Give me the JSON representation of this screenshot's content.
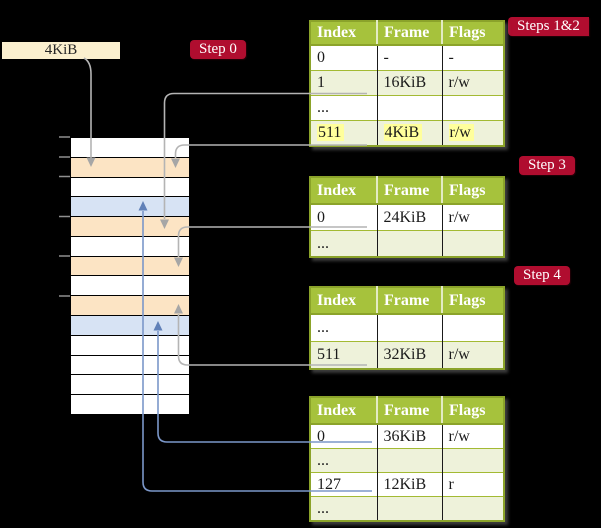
{
  "frame_label": "4KiB",
  "badges": {
    "step0": "Step 0",
    "steps12": "Steps 1&2",
    "step3": "Step 3",
    "step4": "Step 4"
  },
  "memory": {
    "rows": [
      "white",
      "peach",
      "white",
      "blue",
      "peach",
      "white",
      "peach",
      "white",
      "peach",
      "blue",
      "white",
      "white",
      "white",
      "white"
    ]
  },
  "tables": [
    {
      "headers": [
        "Index",
        "Frame",
        "Flags"
      ],
      "rows": [
        {
          "cells": [
            "0",
            "-",
            "-"
          ],
          "shaded": false,
          "highlight": false
        },
        {
          "cells": [
            "1",
            "16KiB",
            "r/w"
          ],
          "shaded": true,
          "highlight": false
        },
        {
          "cells": [
            "...",
            "",
            ""
          ],
          "shaded": false,
          "highlight": false
        },
        {
          "cells": [
            "511",
            "4KiB",
            "r/w"
          ],
          "shaded": true,
          "highlight": true
        }
      ]
    },
    {
      "headers": [
        "Index",
        "Frame",
        "Flags"
      ],
      "rows": [
        {
          "cells": [
            "0",
            "24KiB",
            "r/w"
          ],
          "shaded": false,
          "highlight": false
        },
        {
          "cells": [
            "...",
            "",
            ""
          ],
          "shaded": true,
          "highlight": false
        }
      ]
    },
    {
      "headers": [
        "Index",
        "Frame",
        "Flags"
      ],
      "rows": [
        {
          "cells": [
            "...",
            "",
            ""
          ],
          "shaded": false,
          "highlight": false
        },
        {
          "cells": [
            "511",
            "32KiB",
            "r/w"
          ],
          "shaded": true,
          "highlight": false
        }
      ]
    },
    {
      "headers": [
        "Index",
        "Frame",
        "Flags"
      ],
      "rows": [
        {
          "cells": [
            "0",
            "36KiB",
            "r/w"
          ],
          "shaded": false,
          "highlight": false
        },
        {
          "cells": [
            "...",
            "",
            ""
          ],
          "shaded": true,
          "highlight": false
        },
        {
          "cells": [
            "127",
            "12KiB",
            "r"
          ],
          "shaded": false,
          "highlight": false
        },
        {
          "cells": [
            "...",
            "",
            ""
          ],
          "shaded": true,
          "highlight": false
        }
      ]
    }
  ],
  "colors": {
    "badge": "#b00d2f",
    "header_green": "#a6c23c",
    "border_green": "#8ba32a",
    "row_shaded": "#eef2da",
    "highlight_yellow": "#ffff9c",
    "peach": "#fce4c4",
    "blue": "#d7e3f4",
    "cream": "#fbf0cf",
    "gray_line": "#b4b4b4",
    "blue_line": "#7b97c9"
  }
}
